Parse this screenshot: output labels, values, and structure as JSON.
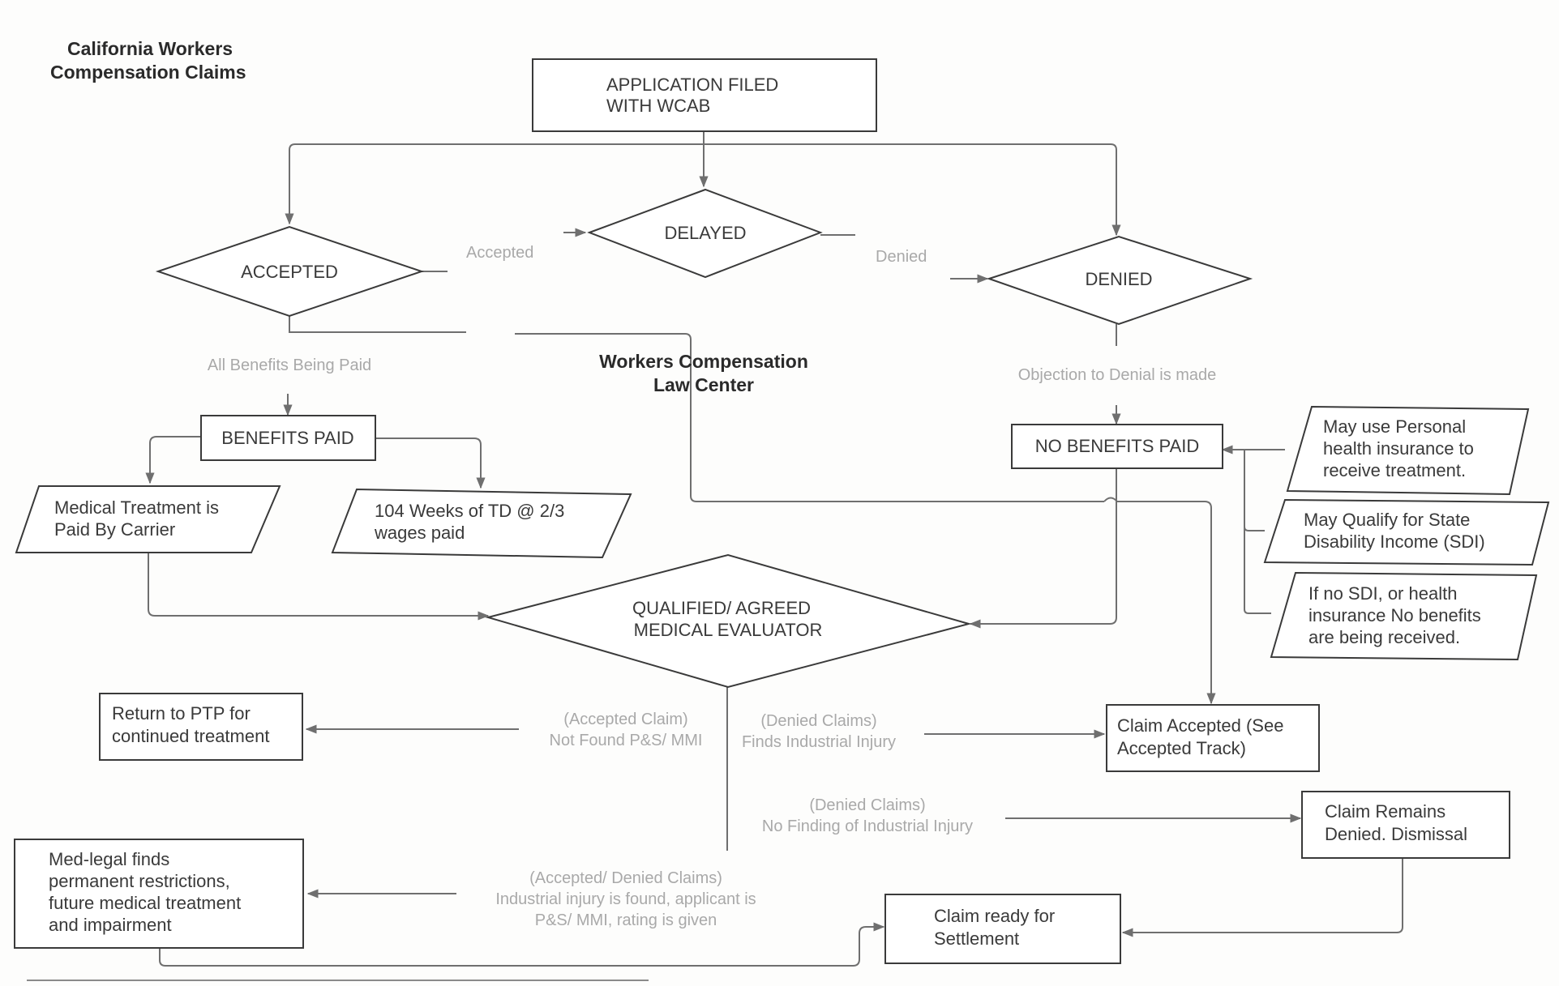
{
  "title_line1": "California Workers",
  "title_line2": "Compensation Claims",
  "watermark_line1": "Workers Compensation",
  "watermark_line2": "Law Center",
  "nodes": {
    "app_line1": "APPLICATION FILED",
    "app_line2": "WITH WCAB",
    "accepted": "ACCEPTED",
    "delayed": "DELAYED",
    "denied": "DENIED",
    "benefits_paid": "BENEFITS PAID",
    "medical_line1": "Medical Treatment is",
    "medical_line2": "Paid By Carrier",
    "weeks_line1": "104 Weeks of TD @ 2/3",
    "weeks_line2": "wages paid",
    "no_benefits": "NO BENEFITS PAID",
    "insurance_line1": "May use Personal",
    "insurance_line2": "health insurance to",
    "insurance_line3": "receive treatment.",
    "sdi_line1": "May Qualify for State",
    "sdi_line2": "Disability Income (SDI)",
    "nosdi_line1": "If no SDI, or health",
    "nosdi_line2": "insurance No benefits",
    "nosdi_line3": "are being received.",
    "qme_line1": "QUALIFIED/ AGREED",
    "qme_line2": "MEDICAL EVALUATOR",
    "ptp_line1": "Return to PTP for",
    "ptp_line2": "continued treatment",
    "claim_accepted_line1": "Claim Accepted (See",
    "claim_accepted_line2": "Accepted Track)",
    "remains_line1": "Claim Remains",
    "remains_line2": "Denied. Dismissal",
    "medlegal_line1": "Med-legal finds",
    "medlegal_line2": "permanent restrictions,",
    "medlegal_line3": "future medical treatment",
    "medlegal_line4": "and impairment",
    "settlement_line1": "Claim ready for",
    "settlement_line2": "Settlement"
  },
  "edge_labels": {
    "accepted": "Accepted",
    "denied": "Denied",
    "all_benefits": "All Benefits Being Paid",
    "objection": "Objection to Denial is made",
    "acc_claim_line1": "(Accepted Claim)",
    "acc_claim_line2": "Not Found P&S/ MMI",
    "denied_claims_line1": "(Denied Claims)",
    "denied_claims_line2": "Finds Industrial Injury",
    "denied_nofind_line1": "(Denied Claims)",
    "denied_nofind_line2": "No Finding of Industrial Injury",
    "acc_denied_line1": "(Accepted/ Denied Claims)",
    "acc_denied_line2": "Industrial injury is found, applicant is",
    "acc_denied_line3": "P&S/ MMI, rating is given"
  }
}
